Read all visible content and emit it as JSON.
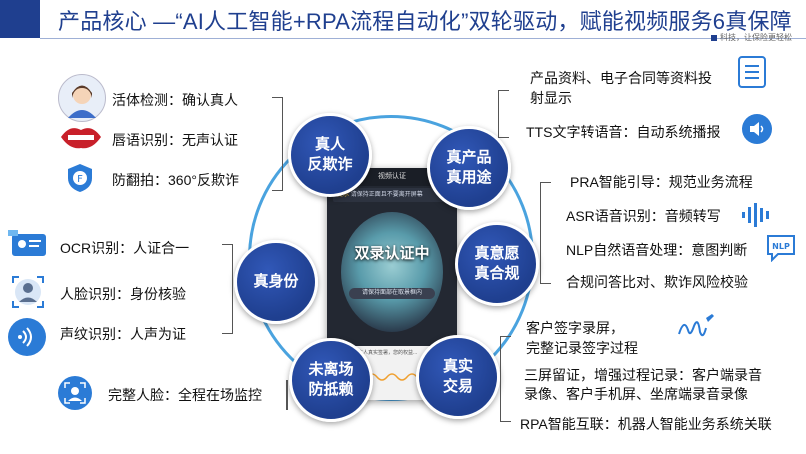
{
  "header": {
    "title": "产品核心 —“AI人工智能+RPA流程自动化”双轮驱动，赋能视频服务6真保障",
    "brand": "科技，让保险更轻松"
  },
  "center": {
    "phone_title": "视频认证",
    "phone_tip_prefix": "提示",
    "phone_tip": "请保持正面且不要离开屏幕",
    "phone_label": "双录认证中",
    "phone_button": "请保持面部在取景框内",
    "phone_bottom_text": "您的保单由本人真实签署，您的权益..."
  },
  "nodes": {
    "real_person": "真人\n反欺诈",
    "real_product": "真产品\n真用途",
    "real_intent": "真意愿\n真合规",
    "real_trade": "真实\n交易",
    "not_away": "未离场\n防抵赖",
    "real_identity": "真身份"
  },
  "left_top": [
    {
      "label": "活体检测：确认真人",
      "icon": "face-avatar-icon"
    },
    {
      "label": "唇语识别：无声认证",
      "icon": "lips-icon"
    },
    {
      "label": "防翻拍：360°反欺诈",
      "icon": "shield-f-icon"
    }
  ],
  "left_mid": [
    {
      "label": "OCR识别：人证合一",
      "icon": "id-card-icon"
    },
    {
      "label": "人脸识别：身份核验",
      "icon": "face-scan-icon"
    },
    {
      "label": "声纹识别：人声为证",
      "icon": "voiceprint-icon"
    }
  ],
  "left_bottom": [
    {
      "label": "完整人脸：全程在场监控",
      "icon": "person-scan-icon"
    }
  ],
  "right_top": [
    {
      "label": "产品资料、电子合同等资料投\n射显示",
      "icon": "document-list-icon"
    },
    {
      "label": "TTS文字转语音：自动系统播报",
      "icon": "speaker-icon"
    }
  ],
  "right_mid": [
    {
      "label": "PRA智能引导：规范业务流程",
      "icon": ""
    },
    {
      "label": "ASR语音识别：音频转写",
      "icon": "audio-wave-icon"
    },
    {
      "label": "NLP自然语音处理：意图判断",
      "icon": "nlp-icon"
    },
    {
      "label": "合规问答比对、欺诈风险校验",
      "icon": ""
    }
  ],
  "right_bottom": [
    {
      "label": "客户签字录屏，\n完整记录签字过程",
      "icon": "signature-icon"
    },
    {
      "label": "三屏留证，增强过程记录：客户端录音\n录像、客户手机屏、坐席端录音录像",
      "icon": ""
    },
    {
      "label": "RPA智能互联：机器人智能业务系统关联",
      "icon": ""
    }
  ],
  "colors": {
    "primary": "#1f3f8f",
    "ring": "#4aa3df",
    "icon_blue": "#2b7bd6"
  }
}
